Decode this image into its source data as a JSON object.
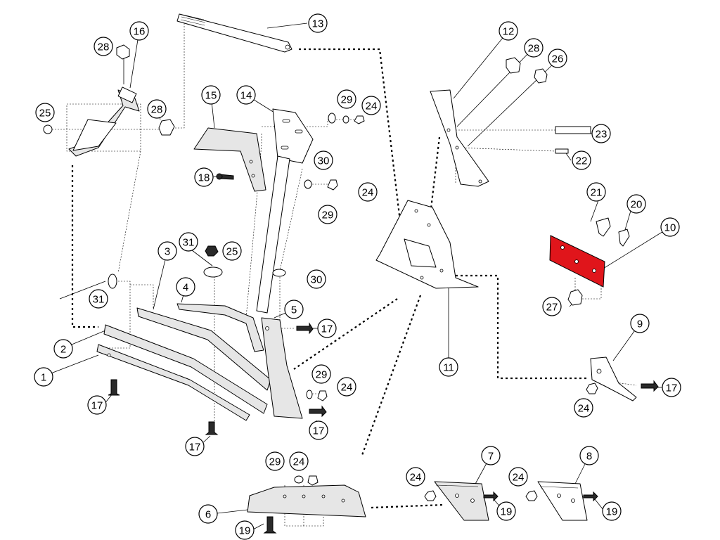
{
  "colors": {
    "highlight_part": "#e0151b",
    "line": "#000000",
    "background": "#ffffff"
  },
  "highlighted_part": "10",
  "callouts": [
    {
      "id": "c1",
      "label": "1"
    },
    {
      "id": "c2",
      "label": "2"
    },
    {
      "id": "c3",
      "label": "3"
    },
    {
      "id": "c4",
      "label": "4"
    },
    {
      "id": "c5",
      "label": "5"
    },
    {
      "id": "c6",
      "label": "6"
    },
    {
      "id": "c7",
      "label": "7"
    },
    {
      "id": "c8",
      "label": "8"
    },
    {
      "id": "c9",
      "label": "9"
    },
    {
      "id": "c10",
      "label": "10"
    },
    {
      "id": "c11",
      "label": "11"
    },
    {
      "id": "c12",
      "label": "12"
    },
    {
      "id": "c13",
      "label": "13"
    },
    {
      "id": "c14",
      "label": "14"
    },
    {
      "id": "c15",
      "label": "15"
    },
    {
      "id": "c16",
      "label": "16"
    },
    {
      "id": "c17a",
      "label": "17"
    },
    {
      "id": "c17b",
      "label": "17"
    },
    {
      "id": "c17c",
      "label": "17"
    },
    {
      "id": "c17d",
      "label": "17"
    },
    {
      "id": "c17e",
      "label": "17"
    },
    {
      "id": "c18",
      "label": "18"
    },
    {
      "id": "c19a",
      "label": "19"
    },
    {
      "id": "c19b",
      "label": "19"
    },
    {
      "id": "c19c",
      "label": "19"
    },
    {
      "id": "c20",
      "label": "20"
    },
    {
      "id": "c21",
      "label": "21"
    },
    {
      "id": "c22",
      "label": "22"
    },
    {
      "id": "c23",
      "label": "23"
    },
    {
      "id": "c24a",
      "label": "24"
    },
    {
      "id": "c24b",
      "label": "24"
    },
    {
      "id": "c24c",
      "label": "24"
    },
    {
      "id": "c24d",
      "label": "24"
    },
    {
      "id": "c24e",
      "label": "24"
    },
    {
      "id": "c24f",
      "label": "24"
    },
    {
      "id": "c24g",
      "label": "24"
    },
    {
      "id": "c25a",
      "label": "25"
    },
    {
      "id": "c25b",
      "label": "25"
    },
    {
      "id": "c26",
      "label": "26"
    },
    {
      "id": "c27",
      "label": "27"
    },
    {
      "id": "c28a",
      "label": "28"
    },
    {
      "id": "c28b",
      "label": "28"
    },
    {
      "id": "c28c",
      "label": "28"
    },
    {
      "id": "c29a",
      "label": "29"
    },
    {
      "id": "c29b",
      "label": "29"
    },
    {
      "id": "c29c",
      "label": "29"
    },
    {
      "id": "c29d",
      "label": "29"
    },
    {
      "id": "c30a",
      "label": "30"
    },
    {
      "id": "c30b",
      "label": "30"
    },
    {
      "id": "c31a",
      "label": "31"
    },
    {
      "id": "c31b",
      "label": "31"
    }
  ]
}
